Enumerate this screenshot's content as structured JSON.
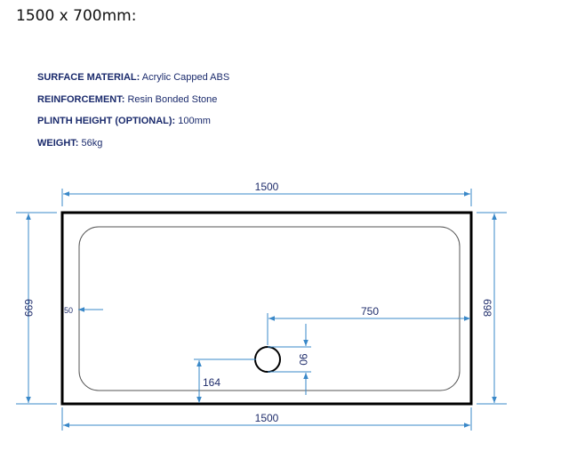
{
  "heading": "1500 x 700mm:",
  "specs": [
    {
      "label": "SURFACE MATERIAL:",
      "value": " Acrylic Capped ABS"
    },
    {
      "label": "REINFORCEMENT:",
      "value": " Resin Bonded Stone"
    },
    {
      "label": "PLINTH HEIGHT (OPTIONAL):",
      "value": " 100mm"
    },
    {
      "label": "WEIGHT:",
      "value": " 56kg"
    }
  ],
  "dimensions": {
    "top_width": "1500",
    "bottom_width": "1500",
    "left_height": "699",
    "right_height": "698",
    "edge_offset": "50",
    "waste_from_right": "750",
    "waste_diameter": "90",
    "waste_from_bottom": "164"
  },
  "colors": {
    "dimension_line": "#3a88c8",
    "spec_text": "#1a2a6c",
    "tray_outline": "#000000"
  }
}
